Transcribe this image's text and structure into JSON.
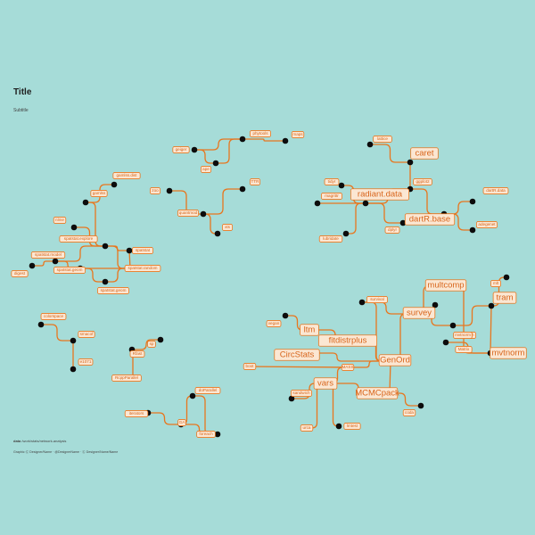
{
  "title": "Title",
  "subtitle": "Subtitle",
  "caption": {
    "label": "data",
    "source": "/work/stats/network-analysis"
  },
  "credits": "Graphic Ⓒ Designer/Name · @DesignerName · Ⓒ Designer/Name/Name",
  "colors": {
    "background": "#a6dcd8",
    "edge": "#e8761e",
    "node": "#0c0c0c",
    "label_fill": "#fbe7d3",
    "label_text": "#d8641a"
  },
  "graph": {
    "nodes": [
      {
        "id": "phytools",
        "label": "phytools",
        "big": false
      },
      {
        "id": "mapa",
        "label": "maps",
        "big": false
      },
      {
        "id": "geiger",
        "label": "geiger",
        "big": false
      },
      {
        "id": "ape",
        "label": "ape",
        "big": false
      },
      {
        "id": "lattice",
        "label": "lattice",
        "big": false
      },
      {
        "id": "caret",
        "label": "caret",
        "big": true
      },
      {
        "id": "ggplot2",
        "label": "ggplot2",
        "big": false
      },
      {
        "id": "radiant",
        "label": "radiant.data",
        "big": true
      },
      {
        "id": "tidyr",
        "label": "tidyr",
        "big": false
      },
      {
        "id": "magrittr",
        "label": "magrittr",
        "big": false
      },
      {
        "id": "lubridate",
        "label": "lubridate",
        "big": false
      },
      {
        "id": "dplyr",
        "label": "dplyr",
        "big": false
      },
      {
        "id": "dartRbase",
        "label": "dartR.base",
        "big": true
      },
      {
        "id": "dartRdata",
        "label": "dartR.data",
        "big": false
      },
      {
        "id": "adegenet",
        "label": "adegenet",
        "big": false
      },
      {
        "id": "gamlssdist",
        "label": "gamlss.dist",
        "big": false
      },
      {
        "id": "gamlss",
        "label": "gamlss",
        "big": false
      },
      {
        "id": "nlme",
        "label": "nlme",
        "big": false
      },
      {
        "id": "spexplore",
        "label": "spatstat.explore",
        "big": false
      },
      {
        "id": "spatstat",
        "label": "spatstat",
        "big": false
      },
      {
        "id": "spmodel",
        "label": "spatstat.model",
        "big": false
      },
      {
        "id": "spgeom",
        "label": "spatstat.geom",
        "big": false
      },
      {
        "id": "sprandom",
        "label": "spatstat.random",
        "big": false
      },
      {
        "id": "digest",
        "label": "digest",
        "big": false
      },
      {
        "id": "spatgeom",
        "label": "spatstat.geom",
        "big": false
      },
      {
        "id": "zoo",
        "label": "zoo",
        "big": false
      },
      {
        "id": "ttr",
        "label": "TTR",
        "big": false
      },
      {
        "id": "quantmod",
        "label": "quantmod",
        "big": false
      },
      {
        "id": "xts",
        "label": "xts",
        "big": false
      },
      {
        "id": "colorspace",
        "label": "colorspace",
        "big": false
      },
      {
        "id": "smacof",
        "label": "smacof",
        "big": false
      },
      {
        "id": "ellips",
        "label": "e1071",
        "big": false
      },
      {
        "id": "sp",
        "label": "sp",
        "big": false
      },
      {
        "id": "rfast",
        "label": "Rfast",
        "big": false
      },
      {
        "id": "rcpp",
        "label": "RcppParallel",
        "big": false
      },
      {
        "id": "doparallel",
        "label": "doParallel",
        "big": false
      },
      {
        "id": "iterators",
        "label": "iterators",
        "big": false
      },
      {
        "id": "ga",
        "label": "GA",
        "big": false
      },
      {
        "id": "foreach",
        "label": "foreach",
        "big": false
      },
      {
        "id": "multcomp",
        "label": "multcomp",
        "big": true
      },
      {
        "id": "sandwich",
        "label": "sandwich",
        "big": false
      },
      {
        "id": "survival",
        "label": "survival",
        "big": false
      },
      {
        "id": "survey",
        "label": "survey",
        "big": true
      },
      {
        "id": "mvtnorm",
        "label": "mvtnorm",
        "big": false
      },
      {
        "id": "matrix",
        "label": "Matrix",
        "big": false
      },
      {
        "id": "mvtnormBig",
        "label": "mvtnorm",
        "big": true
      },
      {
        "id": "tram",
        "label": "tram",
        "big": true
      },
      {
        "id": "mlt",
        "label": "mlt",
        "big": false
      },
      {
        "id": "vegan",
        "label": "vegan",
        "big": false
      },
      {
        "id": "ltm",
        "label": "ltm",
        "big": true
      },
      {
        "id": "fitdistrplus",
        "label": "fitdistrplus",
        "big": true
      },
      {
        "id": "circstats",
        "label": "CircStats",
        "big": true
      },
      {
        "id": "genord",
        "label": "GenOrd",
        "big": true
      },
      {
        "id": "boot",
        "label": "boot",
        "big": false
      },
      {
        "id": "mass",
        "label": "MASS",
        "big": false
      },
      {
        "id": "vars",
        "label": "vars",
        "big": true
      },
      {
        "id": "sandwich2",
        "label": "sandwich",
        "big": false
      },
      {
        "id": "mcmcpack",
        "label": "MCMCpack",
        "big": true
      },
      {
        "id": "coda",
        "label": "coda",
        "big": false
      },
      {
        "id": "strucchange",
        "label": "urca",
        "big": false
      },
      {
        "id": "lmtest",
        "label": "lmtest",
        "big": false
      }
    ]
  }
}
